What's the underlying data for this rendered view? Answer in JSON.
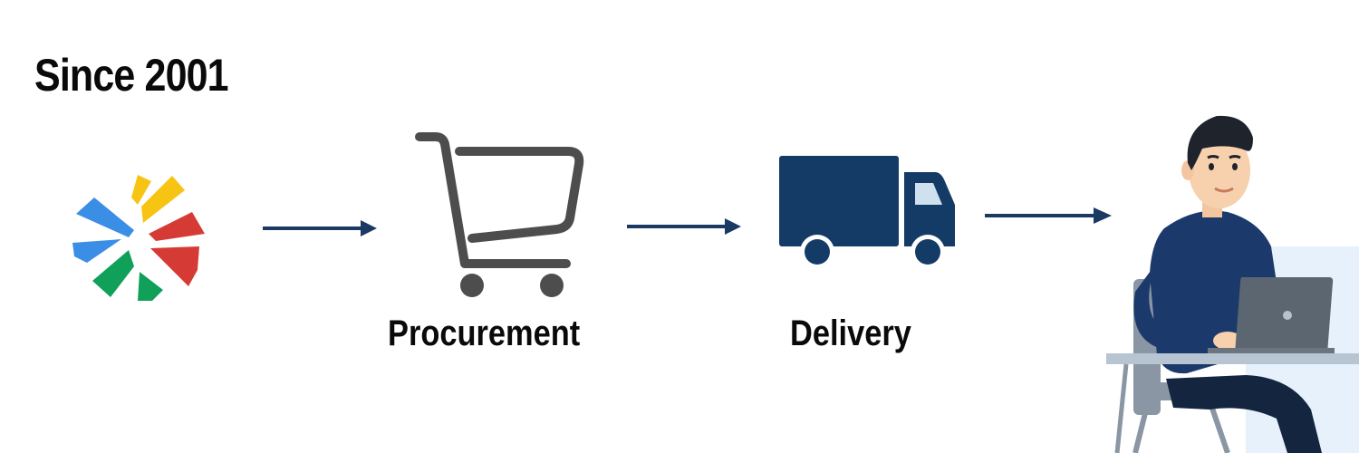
{
  "header": {
    "title": "Since 2001"
  },
  "flow": {
    "steps": [
      {
        "id": "company",
        "icon": "pinwheel-logo",
        "label": ""
      },
      {
        "id": "procurement",
        "icon": "shopping-cart-icon",
        "label": "Procurement"
      },
      {
        "id": "delivery",
        "icon": "delivery-truck-icon",
        "label": "Delivery"
      },
      {
        "id": "customer",
        "icon": "person-at-laptop-illustration",
        "label": ""
      }
    ],
    "arrow_color": "#1b3a63"
  },
  "colors": {
    "logo": [
      "#f7c413",
      "#3a8ee6",
      "#d63a34",
      "#10a05a"
    ],
    "cart": "#4d4d4d",
    "truck": "#143b66"
  }
}
